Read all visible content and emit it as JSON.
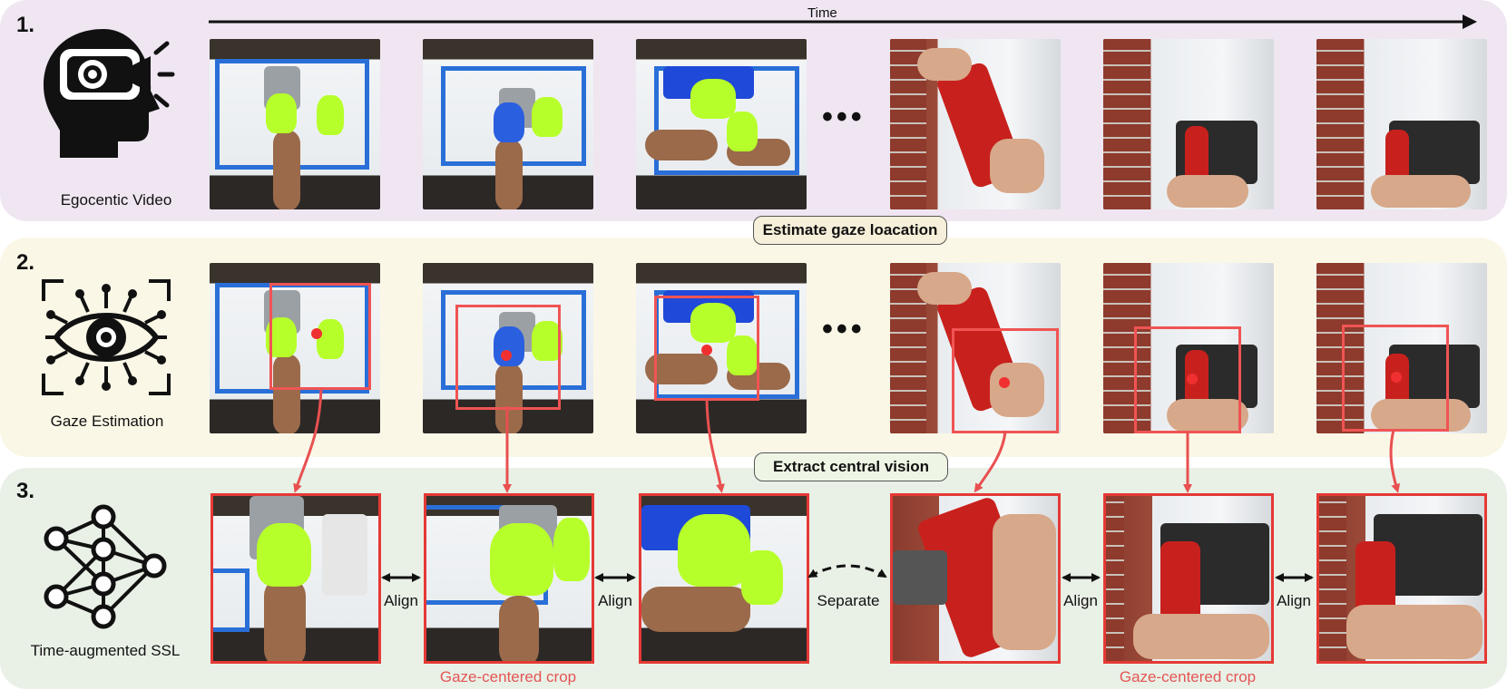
{
  "step1": {
    "number": "1.",
    "label": "Egocentic Video",
    "time_label": "Time"
  },
  "step2": {
    "number": "2.",
    "label": "Gaze Estimation",
    "pill": "Estimate gaze loacation"
  },
  "step3": {
    "number": "3.",
    "label": "Time-augmented SSL",
    "pill": "Extract central vision"
  },
  "relations": [
    "Align",
    "Align",
    "Separate",
    "Align",
    "Align"
  ],
  "captions": [
    "Gaze-centered crop",
    "Gaze-centered crop"
  ],
  "colors": {
    "accent": "#e53935",
    "purple_band": "#efe6f2",
    "yellow_band": "#fbf7e7",
    "green_band": "#e9f1e7"
  },
  "icons": [
    "head-camera-icon",
    "eye-circuit-icon",
    "neural-network-icon"
  ]
}
